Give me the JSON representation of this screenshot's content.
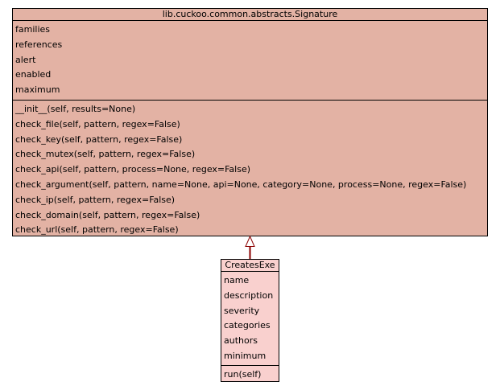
{
  "base_class": {
    "name": "lib.cuckoo.common.abstracts.Signature",
    "attributes": [
      "families",
      "references",
      "alert",
      "enabled",
      "maximum"
    ],
    "methods": [
      "__init__(self, results=None)",
      "check_file(self, pattern, regex=False)",
      "check_key(self, pattern, regex=False)",
      "check_mutex(self, pattern, regex=False)",
      "check_api(self, pattern, process=None, regex=False)",
      "check_argument(self, pattern, name=None, api=None, category=None, process=None, regex=False)",
      "check_ip(self, pattern, regex=False)",
      "check_domain(self, pattern, regex=False)",
      "check_url(self, pattern, regex=False)"
    ],
    "color": "#e3b2a4"
  },
  "derived_class": {
    "name": "CreatesExe",
    "attributes": [
      "name",
      "description",
      "severity",
      "categories",
      "authors",
      "minimum"
    ],
    "methods": [
      "run(self)"
    ],
    "color": "#f9d0ce"
  },
  "relationship": {
    "type": "inheritance",
    "from": "CreatesExe",
    "to": "lib.cuckoo.common.abstracts.Signature",
    "line_color": "#8b0000"
  }
}
